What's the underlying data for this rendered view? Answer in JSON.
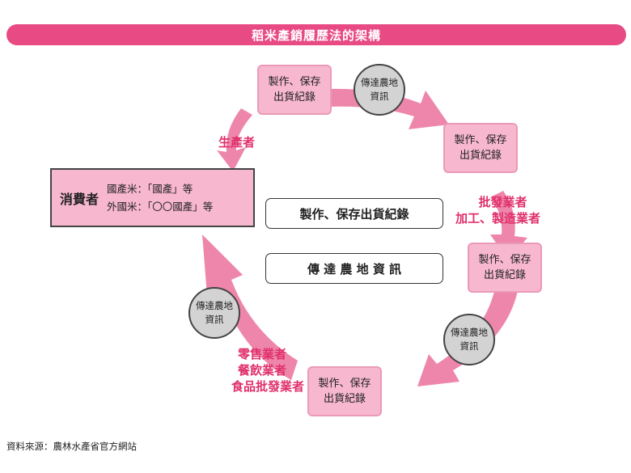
{
  "title": "稻米產銷履歷法的架構",
  "colors": {
    "accent": "#e84b83",
    "box_fill": "#f7b7cf",
    "circle_fill": "#d3d3d3",
    "role_text": "#e0306b"
  },
  "record_label": [
    "製作、保存",
    "出貨紀錄"
  ],
  "info_label": [
    "傳達農地",
    "資訊"
  ],
  "roles": {
    "producer": "生產者",
    "wholesale": [
      "批發業者",
      "加工、製造業者"
    ],
    "retail": [
      "零售業者",
      "餐飲業者",
      "食品批發業者"
    ]
  },
  "consumer": {
    "title": "消費者",
    "lines": [
      "國產米：「國產」等",
      "外國米：「〇〇國產」等"
    ]
  },
  "center": {
    "record": "製作、保存出貨紀錄",
    "info": "傳 達 農 地 資 訊"
  },
  "source": "資料來源：農林水產省官方網站"
}
